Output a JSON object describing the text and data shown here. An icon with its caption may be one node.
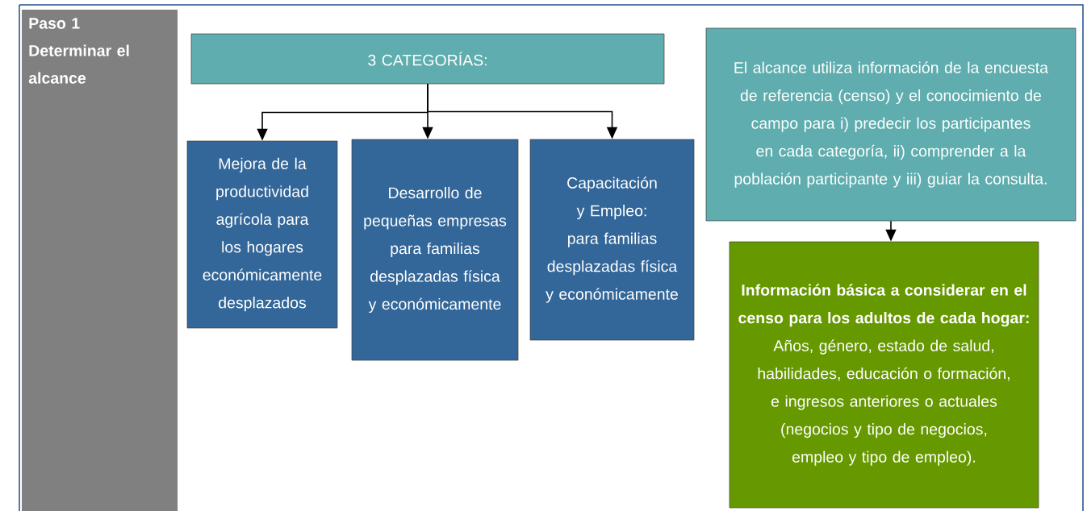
{
  "diagram": {
    "nodes": [
      {
        "text": [
          "Paso 1",
          "Determinar el alcance"
        ]
      },
      {
        "text": [
          "3 CATEGORÍAS:"
        ]
      },
      {
        "text": [
          "Mejora de la productividad agrícola para los hogares económicamente desplazados"
        ]
      },
      {
        "text": [
          "Desarrollo de pequeñas empresas para familias desplazadas física y económicamente"
        ]
      },
      {
        "text": [
          "Capacitación y Empleo: para familias desplazadas física y económicamente"
        ]
      },
      {
        "text": [
          "El alcance utiliza información de la encuesta de referencia (censo) y el conocimiento de campo para i) predecir los participantes en cada categoría, ii) comprender a la población participante y iii) guiar la consulta."
        ]
      },
      {
        "text": [
          "Información básica a considerar en el censo para los adultos de cada hogar:",
          "Años, género, estado de salud, habilidades, educación o formación, e ingresos anteriores o actuales (negocios y tipo de negocios, empleo y tipo de empleo)."
        ]
      }
    ],
    "edges": [
      {
        "from": 1,
        "to": 2,
        "arrow": "to"
      },
      {
        "from": 1,
        "to": 3,
        "arrow": "to"
      },
      {
        "from": 1,
        "to": 4,
        "arrow": "to"
      },
      {
        "from": 5,
        "to": 6,
        "arrow": "to"
      }
    ]
  }
}
